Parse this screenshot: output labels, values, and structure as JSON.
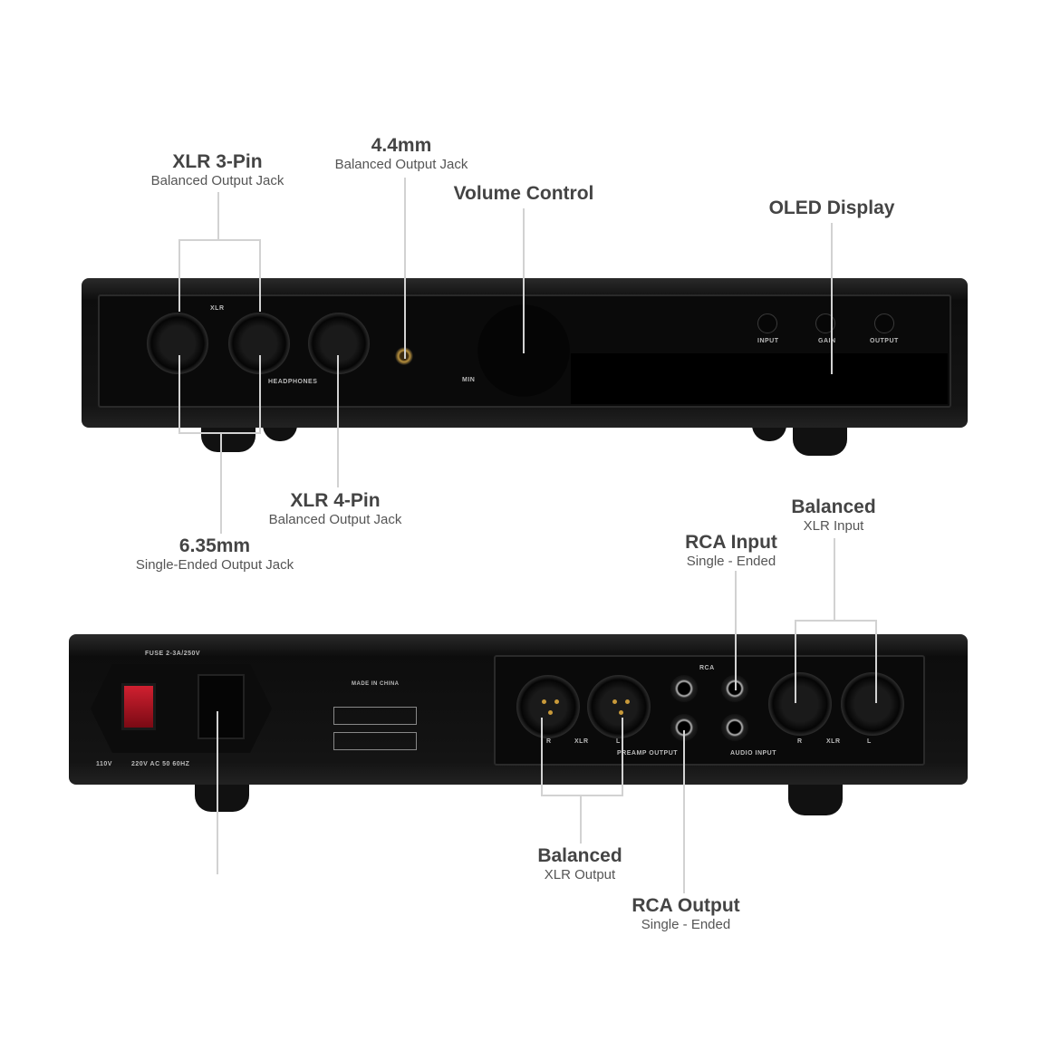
{
  "callouts": {
    "xlr3": {
      "title": "XLR 3-Pin",
      "sub": "Balanced Output Jack"
    },
    "mm44": {
      "title": "4.4mm",
      "sub": "Balanced Output Jack"
    },
    "volume": {
      "title": "Volume Control"
    },
    "oled": {
      "title": "OLED Display"
    },
    "xlr4": {
      "title": "XLR 4-Pin",
      "sub": "Balanced Output Jack"
    },
    "mm635": {
      "title": "6.35mm",
      "sub": "Single-Ended Output Jack"
    },
    "bal_in": {
      "title": "Balanced",
      "sub": "XLR Input"
    },
    "rca_in": {
      "title": "RCA Input",
      "sub": "Single - Ended"
    },
    "bal_out": {
      "title": "Balanced",
      "sub": "XLR Output"
    },
    "rca_out": {
      "title": "RCA Output",
      "sub": "Single - Ended"
    }
  },
  "front_panel": {
    "xlr": "XLR",
    "headphones": "HEADPHONES",
    "min": "MIN",
    "buttons": [
      "INPUT",
      "GAIN",
      "OUTPUT"
    ]
  },
  "rear_panel": {
    "fuse": "FUSE 2-3A/250V",
    "made_in": "MADE IN CHINA",
    "rca": "RCA",
    "r": "R",
    "l": "L",
    "xlr": "XLR",
    "preamp_output": "PREAMP OUTPUT",
    "audio_input": "AUDIO INPUT",
    "v110": "110V",
    "v220": "220V AC 50 60HZ"
  },
  "colors": {
    "leader_line": "#d2d2d2",
    "chassis": "#111111",
    "power_switch": "#b01020",
    "gold_pins": "#c99a3a"
  }
}
